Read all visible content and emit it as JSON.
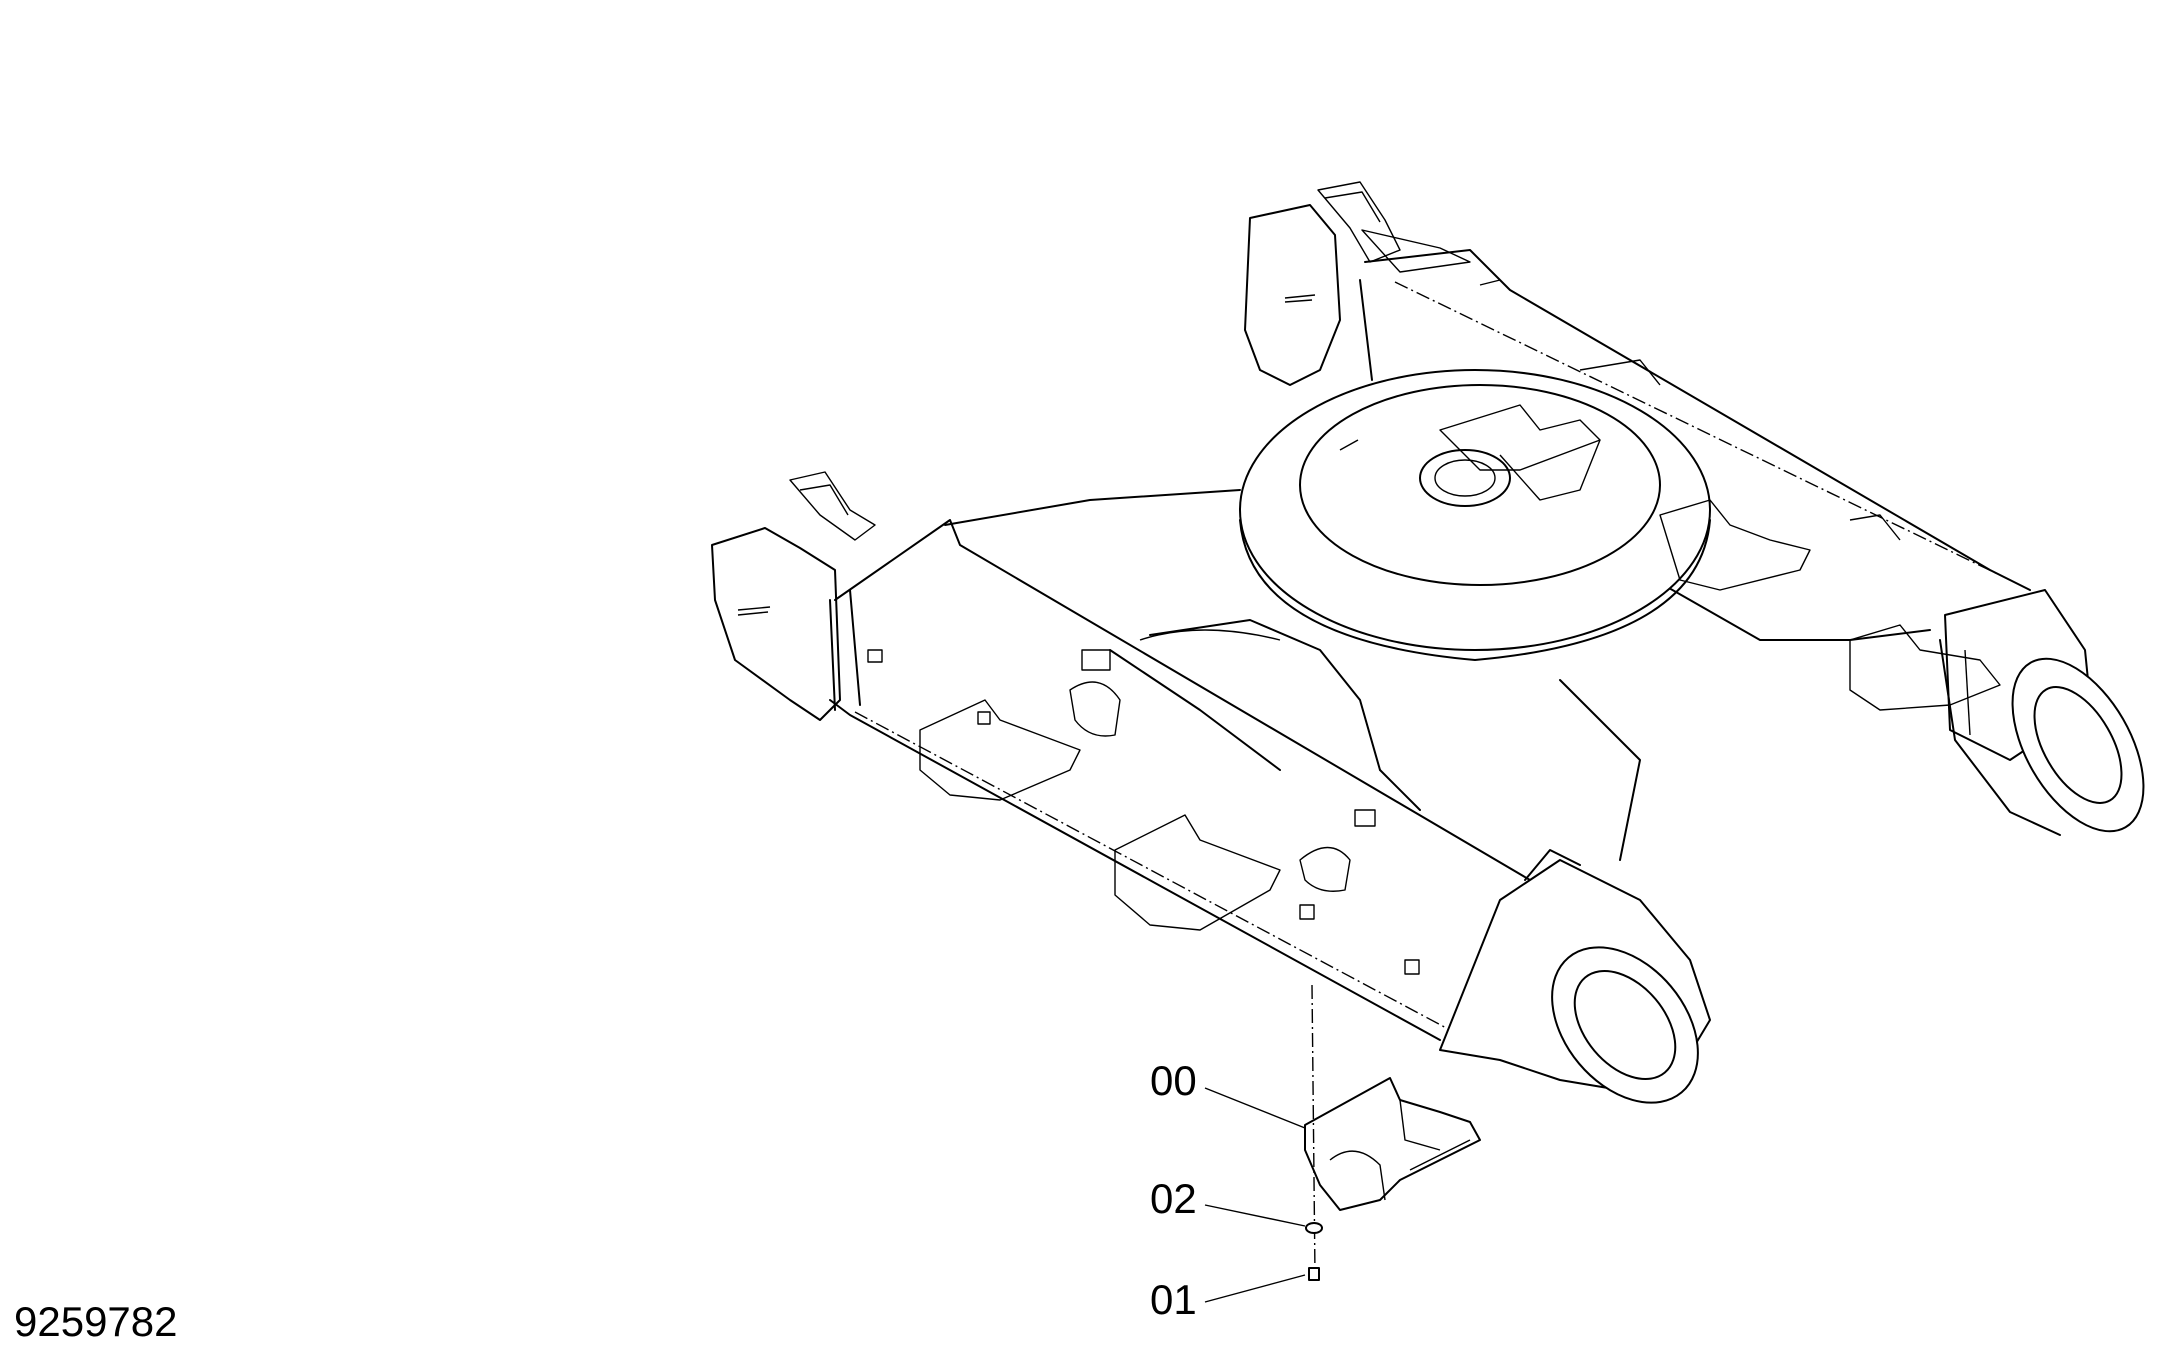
{
  "drawing_number": "9259782",
  "callouts": [
    {
      "id": "00",
      "label": "00"
    },
    {
      "id": "02",
      "label": "02"
    },
    {
      "id": "01",
      "label": "01"
    }
  ],
  "colors": {
    "line": "#000000",
    "background": "#ffffff"
  }
}
